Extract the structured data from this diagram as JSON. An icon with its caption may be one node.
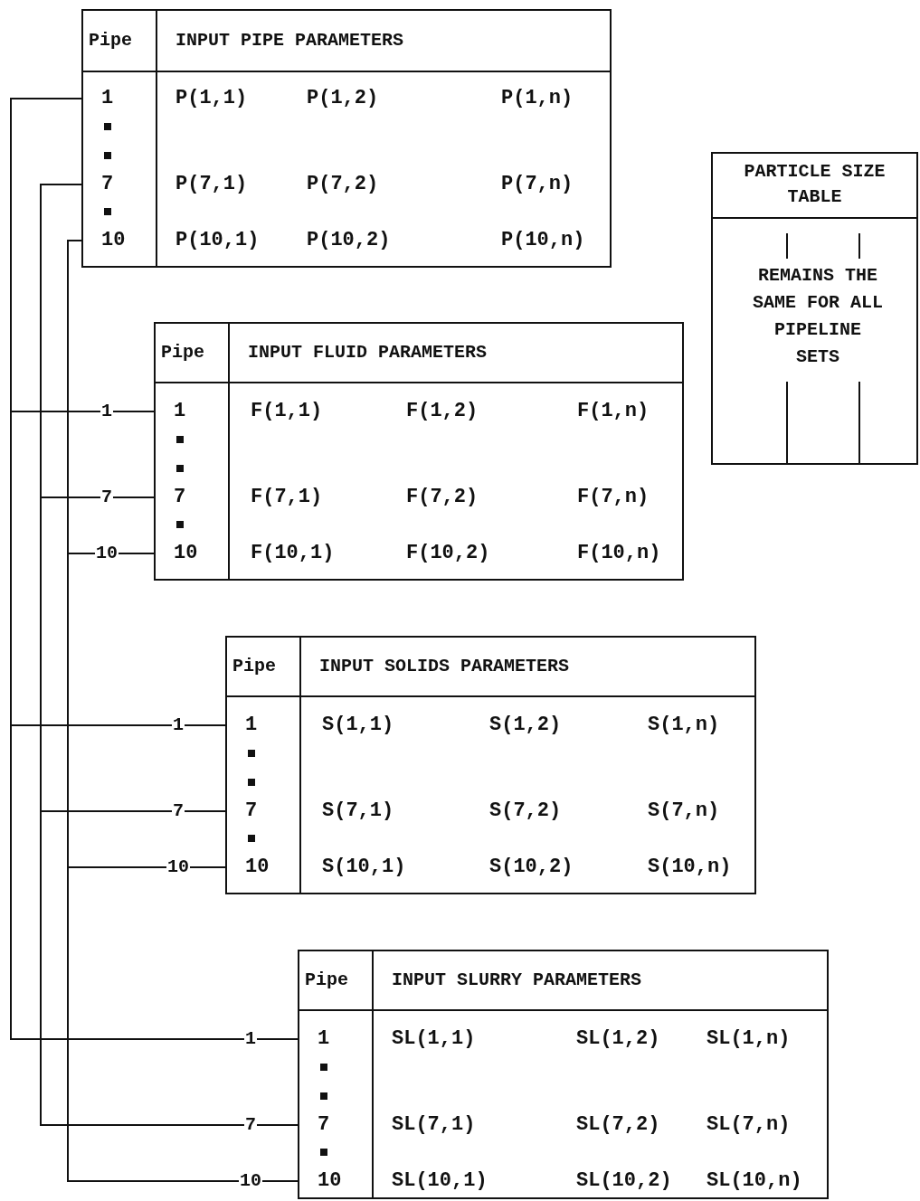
{
  "diagram": {
    "nodes": [
      {
        "text": [
          "Pipe",
          "INPUT PIPE PARAMETERS",
          "P(1,1)",
          "P(1,2)",
          "P(1,n)",
          "P(7,1)",
          "P(7,2)",
          "P(7,n)",
          "P(10,1)",
          "P(10,2)",
          "P(10,n)"
        ]
      },
      {
        "text": [
          "1"
        ],
        "in": 0
      },
      {
        "text": [
          "7"
        ],
        "in": 0
      },
      {
        "text": [
          "10"
        ],
        "in": 0
      },
      {
        "text": [
          "PARTICLE SIZE TABLE",
          "REMAINS THE SAME FOR ALL PIPELINE SETS"
        ]
      },
      {
        "text": [
          "Pipe",
          "INPUT FLUID PARAMETERS",
          "F(1,1)",
          "F(1,2)",
          "F(1,n)",
          "F(7,1)",
          "F(7,2)",
          "F(7,n)",
          "F(10,1)",
          "F(10,2)",
          "F(10,n)"
        ]
      },
      {
        "text": [
          "1"
        ],
        "in": 5
      },
      {
        "text": [
          "7"
        ],
        "in": 5
      },
      {
        "text": [
          "10"
        ],
        "in": 5
      },
      {
        "text": [
          "Pipe",
          "INPUT SOLIDS PARAMETERS",
          "S(1,1)",
          "S(1,2)",
          "S(1,n)",
          "S(7,1)",
          "S(7,2)",
          "S(7,n)",
          "S(10,1)",
          "S(10,2)",
          "S(10,n)"
        ]
      },
      {
        "text": [
          "1"
        ],
        "in": 9
      },
      {
        "text": [
          "7"
        ],
        "in": 9
      },
      {
        "text": [
          "10"
        ],
        "in": 9
      },
      {
        "text": [
          "Pipe",
          "INPUT SLURRY PARAMETERS",
          "SL(1,1)",
          "SL(1,2)",
          "SL(1,n)",
          "SL(7,1)",
          "SL(7,2)",
          "SL(7,n)",
          "SL(10,1)",
          "SL(10,2)",
          "SL(10,n)"
        ]
      },
      {
        "text": [
          "1"
        ],
        "in": 13
      },
      {
        "text": [
          "7"
        ],
        "in": 13
      },
      {
        "text": [
          "10"
        ],
        "in": 13
      }
    ],
    "edges": [
      {
        "from": 1,
        "to": 6,
        "arrow": "none",
        "label": "1"
      },
      {
        "from": 2,
        "to": 7,
        "arrow": "none",
        "label": "7"
      },
      {
        "from": 3,
        "to": 8,
        "arrow": "none",
        "label": "10"
      },
      {
        "from": 1,
        "to": 10,
        "arrow": "none",
        "label": "1"
      },
      {
        "from": 2,
        "to": 11,
        "arrow": "none",
        "label": "7"
      },
      {
        "from": 3,
        "to": 12,
        "arrow": "none",
        "label": "10"
      },
      {
        "from": 1,
        "to": 14,
        "arrow": "none",
        "label": "1"
      },
      {
        "from": 2,
        "to": 15,
        "arrow": "none",
        "label": "7"
      },
      {
        "from": 3,
        "to": 16,
        "arrow": "none",
        "label": "10"
      }
    ]
  }
}
